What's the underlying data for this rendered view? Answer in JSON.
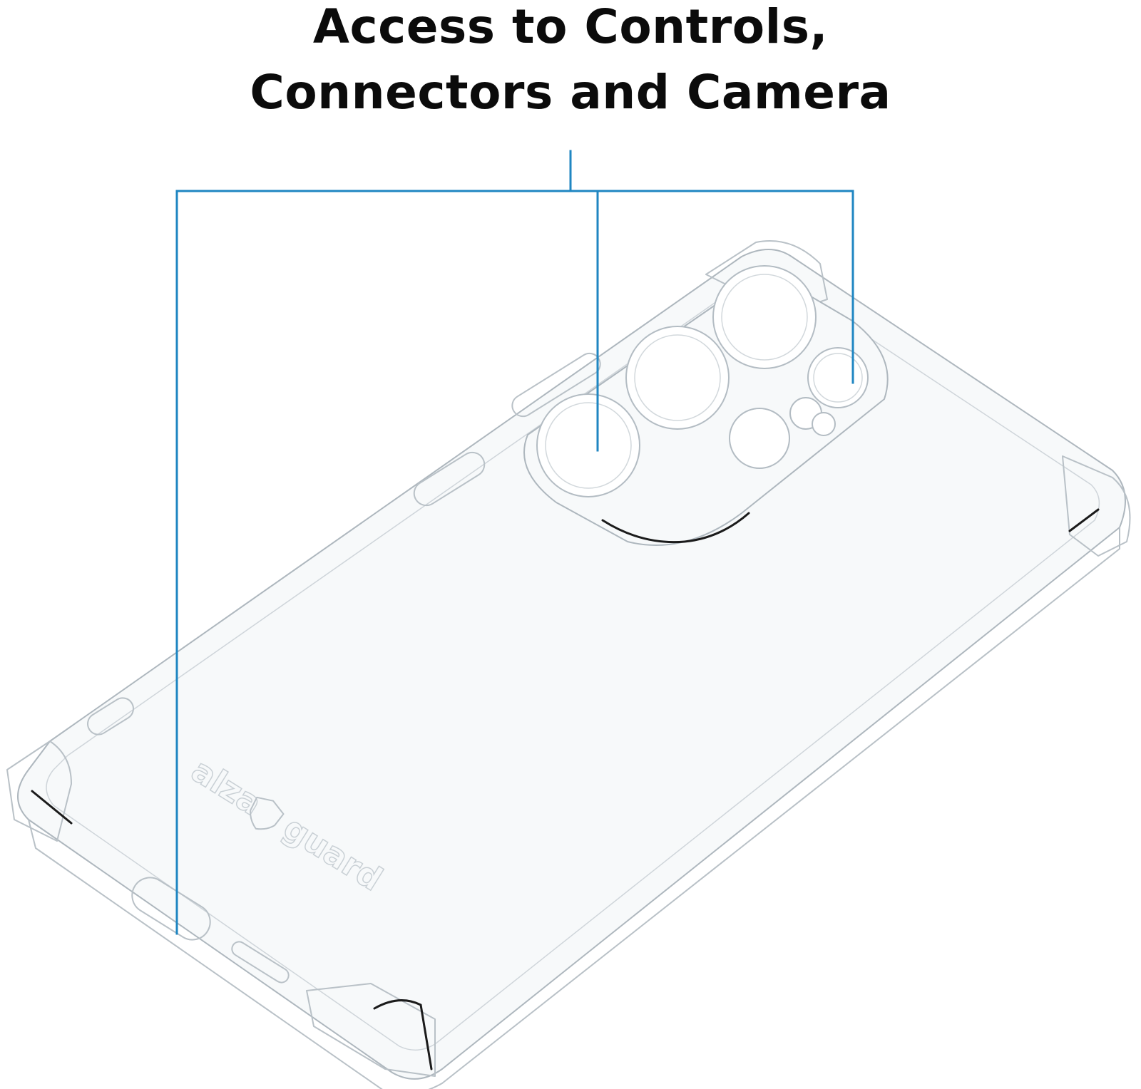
{
  "headline": {
    "line1": "Access to Controls,",
    "line2": "Connectors and Camera"
  },
  "logo": {
    "left": "alza",
    "right": "guard"
  },
  "colors": {
    "callout": "#1f86c2",
    "headline": "#0b0b0b",
    "background": "#ffffff"
  }
}
